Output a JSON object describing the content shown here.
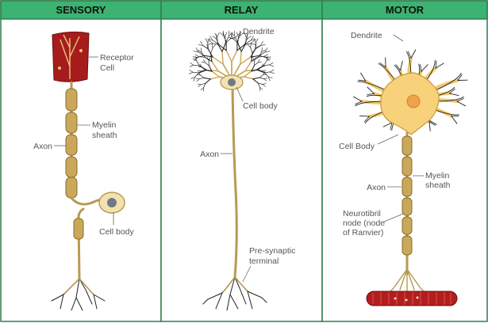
{
  "colors": {
    "header_bg": "#3cb371",
    "border": "#2e7d4f",
    "myelin": "#c9a85a",
    "axon": "#e2cf98",
    "soma_fill": "#f3e2b0",
    "nucleus": "#707a86",
    "receptor": "#a61c1c",
    "motor_soma": "#f7d27a",
    "motor_nucleus": "#f0a24a",
    "muscle": "#b21e1e"
  },
  "panels": {
    "sensory": {
      "title": "SENSORY",
      "labels": {
        "receptor_line1": "Receptor",
        "receptor_line2": "Cell",
        "myelin_line1": "Myelin",
        "myelin_line2": "sheath",
        "axon": "Axon",
        "cell_body": "Cell body"
      }
    },
    "relay": {
      "title": "RELAY",
      "labels": {
        "dendrite": "Dendrite",
        "cell_body": "Cell body",
        "axon": "Axon",
        "terminal_line1": "Pre-synaptic",
        "terminal_line2": "terminal"
      }
    },
    "motor": {
      "title": "MOTOR",
      "labels": {
        "dendrite": "Dendrite",
        "cell_body": "Cell Body",
        "myelin_line1": "Myelin",
        "myelin_line2": "sheath",
        "axon": "Axon",
        "node_line1": "Neurotibril",
        "node_line2": "node (node",
        "node_line3": "of Ranvier)"
      }
    }
  }
}
